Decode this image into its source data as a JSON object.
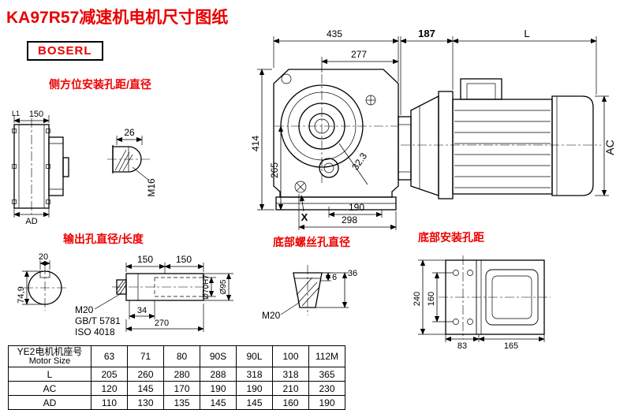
{
  "header": {
    "title": "KA97R57减速机电机尺寸图纸",
    "logo": "BOSERL"
  },
  "labels": {
    "side_mount": "侧方位安装孔距/直径",
    "output_hole": "输出孔直径/长度",
    "bottom_screw": "底部螺丝孔直径",
    "bottom_mount": "底部安装孔距"
  },
  "dims": {
    "d435": "435",
    "d277": "277",
    "d187": "187",
    "dL": "L",
    "d414": "414",
    "d265": "265",
    "d323": "32.3",
    "d190": "190",
    "d298": "298",
    "dX": "X",
    "dAC": "AC",
    "dL1": "L1",
    "d150_side": "150",
    "dAD": "AD",
    "d26": "26",
    "dM16": "M16",
    "d20": "20",
    "d749": "74,9",
    "d150a": "150",
    "d150b": "150",
    "dM20_out": "M20",
    "dGB": "GB/T 5781",
    "dISO": "ISO 4018",
    "d34": "34",
    "d270": "270",
    "d70": "Ø70H7",
    "d95": "Ø95",
    "d6": "6",
    "d36": "36",
    "dM20_screw": "M20",
    "d240": "240",
    "d160": "160",
    "d83": "83",
    "d165": "165"
  },
  "table": {
    "header_cn": "YE2电机机座号",
    "header_en": "Motor Size",
    "columns": [
      "63",
      "71",
      "80",
      "90S",
      "90L",
      "100",
      "112M"
    ],
    "rows": [
      {
        "label": "L",
        "values": [
          "205",
          "260",
          "280",
          "288",
          "318",
          "318",
          "365"
        ]
      },
      {
        "label": "AC",
        "values": [
          "120",
          "145",
          "170",
          "190",
          "190",
          "210",
          "230"
        ]
      },
      {
        "label": "AD",
        "values": [
          "110",
          "130",
          "135",
          "145",
          "145",
          "160",
          "190"
        ]
      }
    ]
  }
}
